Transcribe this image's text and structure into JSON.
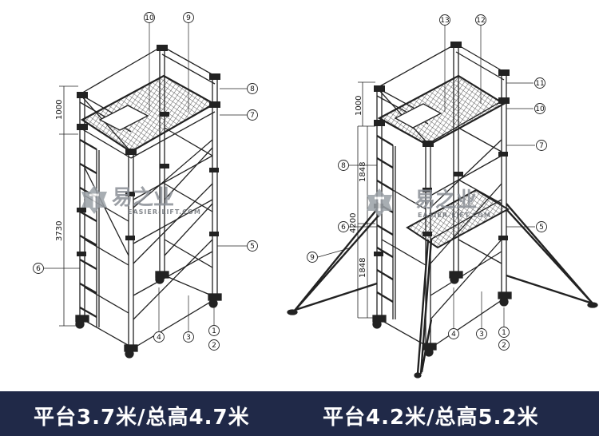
{
  "captions": {
    "left": "平台3.7米/总高4.7米",
    "right": "平台4.2米/总高5.2米"
  },
  "watermark": {
    "left_cn": "易之业",
    "left_en": "EASIER-LIFT.COM",
    "right_cn": "易之业",
    "right_en": "EASIER-LIFT.COM"
  },
  "left_diagram": {
    "dimensions": {
      "top": "1000",
      "main": "3730"
    },
    "callouts": [
      "10",
      "9",
      "8",
      "7",
      "6",
      "5",
      "4",
      "3",
      "1",
      "2"
    ]
  },
  "right_diagram": {
    "dimensions": {
      "top": "1000",
      "upper": "1848",
      "total": "4200",
      "lower": "1848"
    },
    "callouts": [
      "13",
      "12",
      "11",
      "10",
      "7",
      "8",
      "6",
      "5",
      "9",
      "4",
      "3",
      "1",
      "2"
    ]
  },
  "colors": {
    "caption_bg": "#202948",
    "caption_text": "#ffffff",
    "line": "#222222"
  }
}
